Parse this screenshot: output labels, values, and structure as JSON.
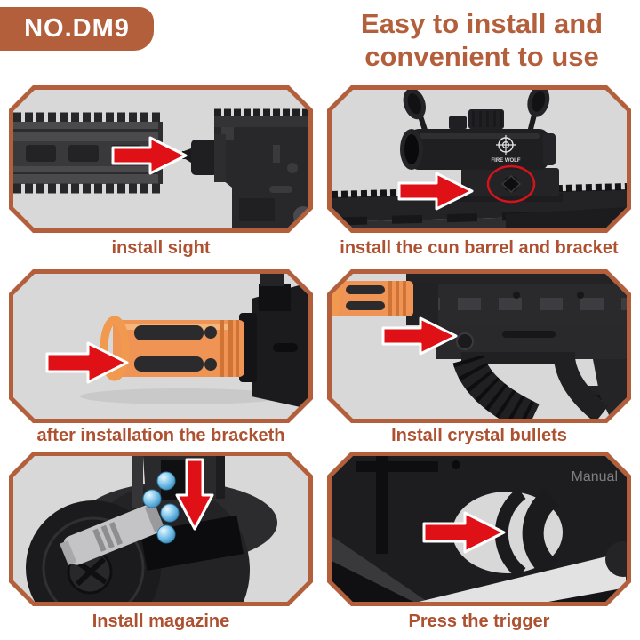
{
  "colors": {
    "accent": "#b45f3c",
    "caption_text": "#ad5130",
    "panel_background": "#d8d8d8",
    "arrow_red": "#df1117",
    "orange_part": "#ef9454",
    "gun_black": "#1d1d20",
    "gel_ball_blue": "#7cc4ea",
    "page_background": "#ffffff"
  },
  "badge": {
    "label": "NO.DM9"
  },
  "title": {
    "line1": "Easy to install and",
    "line2": "convenient to use"
  },
  "panels": [
    {
      "id": "install-sight",
      "caption": "install sight"
    },
    {
      "id": "install-barrel-bracket",
      "caption": "install the cun barrel and bracket",
      "scope_brand": "FIRE WOLF"
    },
    {
      "id": "after-install-bracket",
      "caption": "after installation the bracketh"
    },
    {
      "id": "install-crystal-bullets",
      "caption": "Install crystal bullets"
    },
    {
      "id": "install-magazine",
      "caption": "Install magazine"
    },
    {
      "id": "press-trigger",
      "caption": "Press the trigger",
      "overlay_text": "Manual"
    }
  ]
}
